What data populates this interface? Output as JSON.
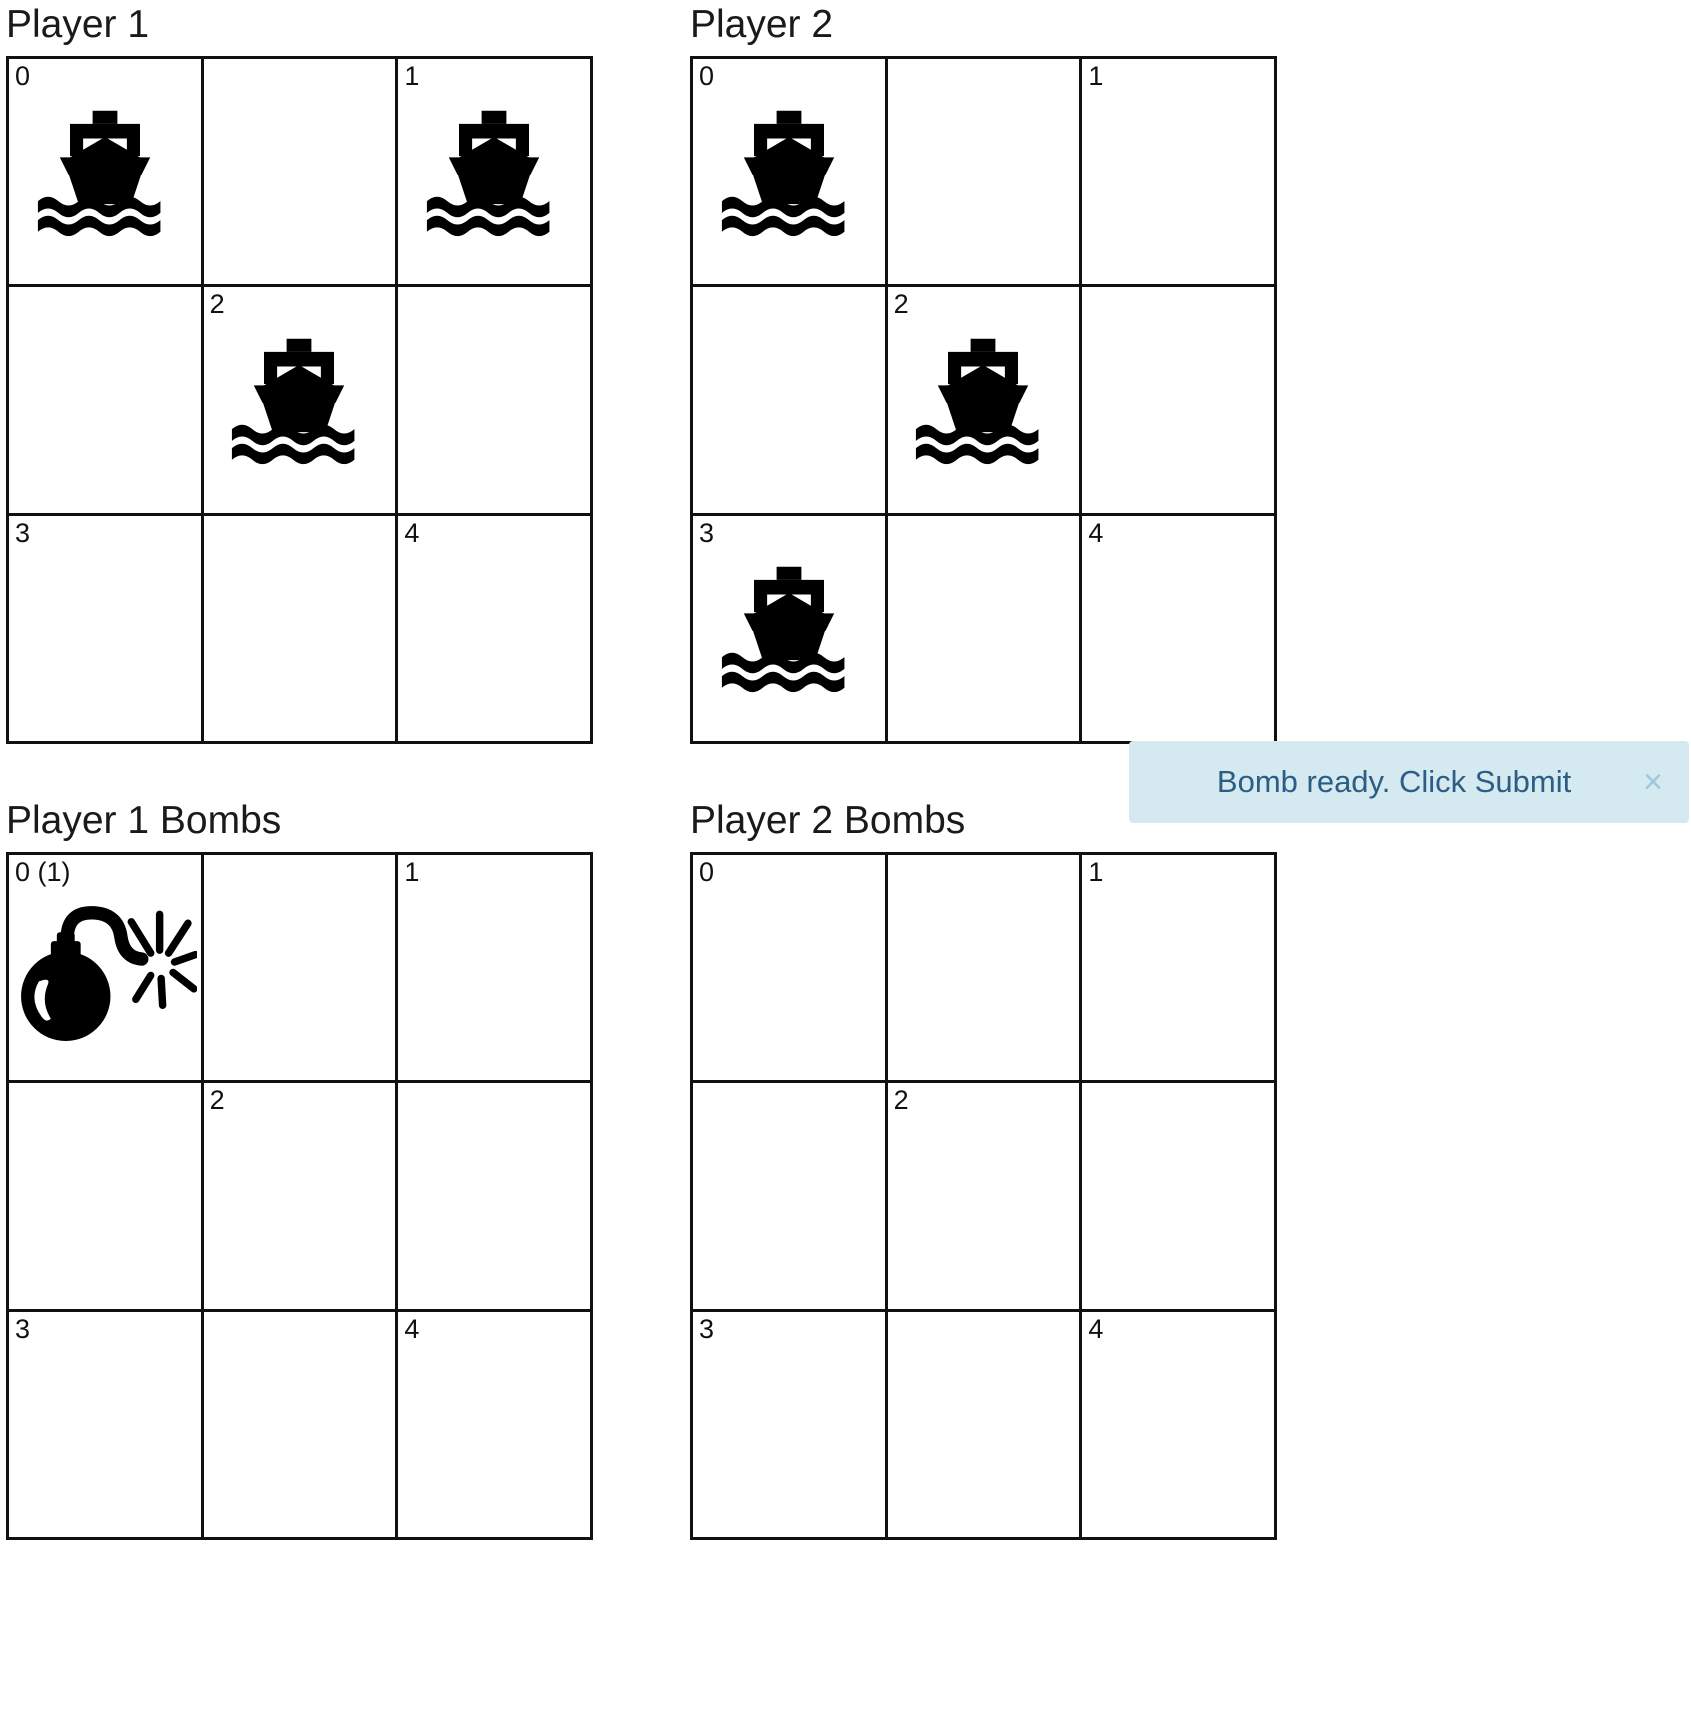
{
  "boards": [
    {
      "id": "player-1-ships",
      "title": "Player 1",
      "cells": [
        {
          "label": "0",
          "piece": "ship-icon"
        },
        {
          "label": "",
          "piece": ""
        },
        {
          "label": "1",
          "piece": "ship-icon"
        },
        {
          "label": "",
          "piece": ""
        },
        {
          "label": "2",
          "piece": "ship-icon"
        },
        {
          "label": "",
          "piece": ""
        },
        {
          "label": "3",
          "piece": ""
        },
        {
          "label": "",
          "piece": ""
        },
        {
          "label": "4",
          "piece": ""
        }
      ]
    },
    {
      "id": "player-2-ships",
      "title": "Player 2",
      "cells": [
        {
          "label": "0",
          "piece": "ship-icon"
        },
        {
          "label": "",
          "piece": ""
        },
        {
          "label": "1",
          "piece": ""
        },
        {
          "label": "",
          "piece": ""
        },
        {
          "label": "2",
          "piece": "ship-icon"
        },
        {
          "label": "",
          "piece": ""
        },
        {
          "label": "3",
          "piece": "ship-icon"
        },
        {
          "label": "",
          "piece": ""
        },
        {
          "label": "4",
          "piece": ""
        }
      ]
    },
    {
      "id": "player-1-bombs",
      "title": "Player 1 Bombs",
      "cells": [
        {
          "label": "0 (1)",
          "piece": "bomb-icon"
        },
        {
          "label": "",
          "piece": ""
        },
        {
          "label": "1",
          "piece": ""
        },
        {
          "label": "",
          "piece": ""
        },
        {
          "label": "2",
          "piece": ""
        },
        {
          "label": "",
          "piece": ""
        },
        {
          "label": "3",
          "piece": ""
        },
        {
          "label": "",
          "piece": ""
        },
        {
          "label": "4",
          "piece": ""
        }
      ]
    },
    {
      "id": "player-2-bombs",
      "title": "Player 2 Bombs",
      "cells": [
        {
          "label": "0",
          "piece": ""
        },
        {
          "label": "",
          "piece": ""
        },
        {
          "label": "1",
          "piece": ""
        },
        {
          "label": "",
          "piece": ""
        },
        {
          "label": "2",
          "piece": ""
        },
        {
          "label": "",
          "piece": ""
        },
        {
          "label": "3",
          "piece": ""
        },
        {
          "label": "",
          "piece": ""
        },
        {
          "label": "4",
          "piece": ""
        }
      ]
    }
  ],
  "toast": {
    "message": "Bomb ready. Click Submit",
    "close_label": "×",
    "background_color": "#d5e9f0",
    "text_color": "#2c5d84",
    "close_color": "#9ec9dc"
  },
  "colors": {
    "grid_line": "#111111",
    "piece": "#000000",
    "title": "#1a1a1a"
  }
}
